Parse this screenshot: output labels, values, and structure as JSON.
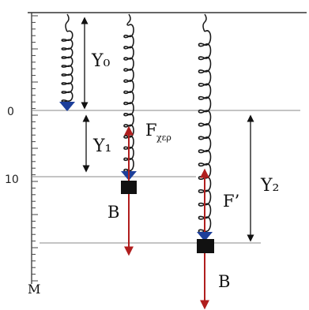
{
  "scale": {
    "label_zero": "0",
    "label_ten": "10",
    "label_m": "M"
  },
  "labels": {
    "y0": "Y₀",
    "y1": "Y₁",
    "y2": "Y₂",
    "f_restoring": "F",
    "f_restoring_sub": "χερ",
    "f_prime": "F’",
    "weight_b1": "B",
    "weight_b2": "B"
  },
  "colors": {
    "spring": "#1a1a1a",
    "marker": "#1d3f9a",
    "force_arrow": "#b01e1e",
    "mass": "#111111",
    "line": "#555555"
  }
}
